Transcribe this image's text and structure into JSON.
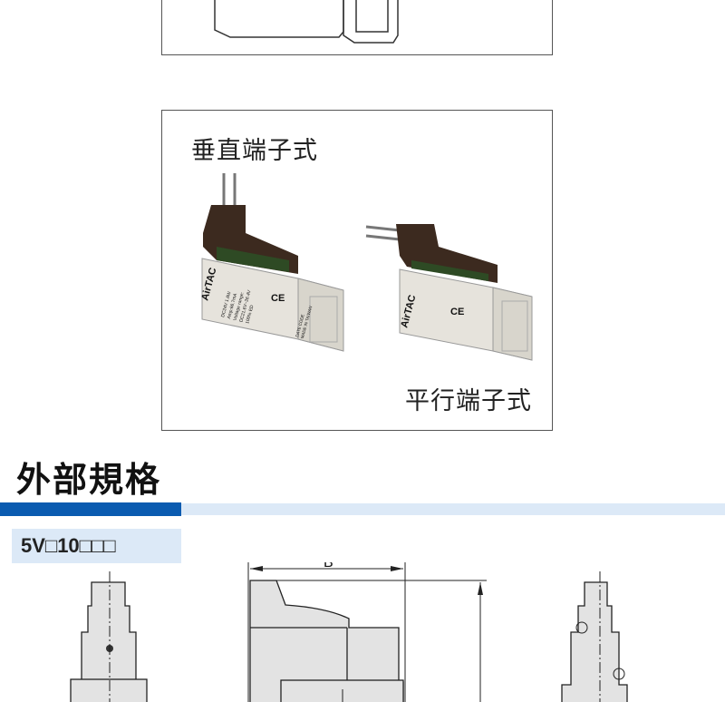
{
  "top_panel": {},
  "terminal_panel": {
    "vertical_caption": "垂直端子式",
    "parallel_caption": "平行端子式",
    "product_label": {
      "brand": "AirTAC",
      "line1": "DC24V  1.6W",
      "line2": "Amp:66.7mA",
      "line3": "Voltage range:",
      "line4": "DC21.6V~26.4V",
      "line5": "100% ED",
      "date_code": "DATE CODE",
      "made_in": "MADE IN TAIWAN",
      "ce": "CE"
    }
  },
  "section": {
    "title": "外部規格",
    "model": "5V□10□□□",
    "dimension_label": "B"
  },
  "colors": {
    "accent_dark": "#0a5bb0",
    "accent_light": "#dce9f7"
  }
}
